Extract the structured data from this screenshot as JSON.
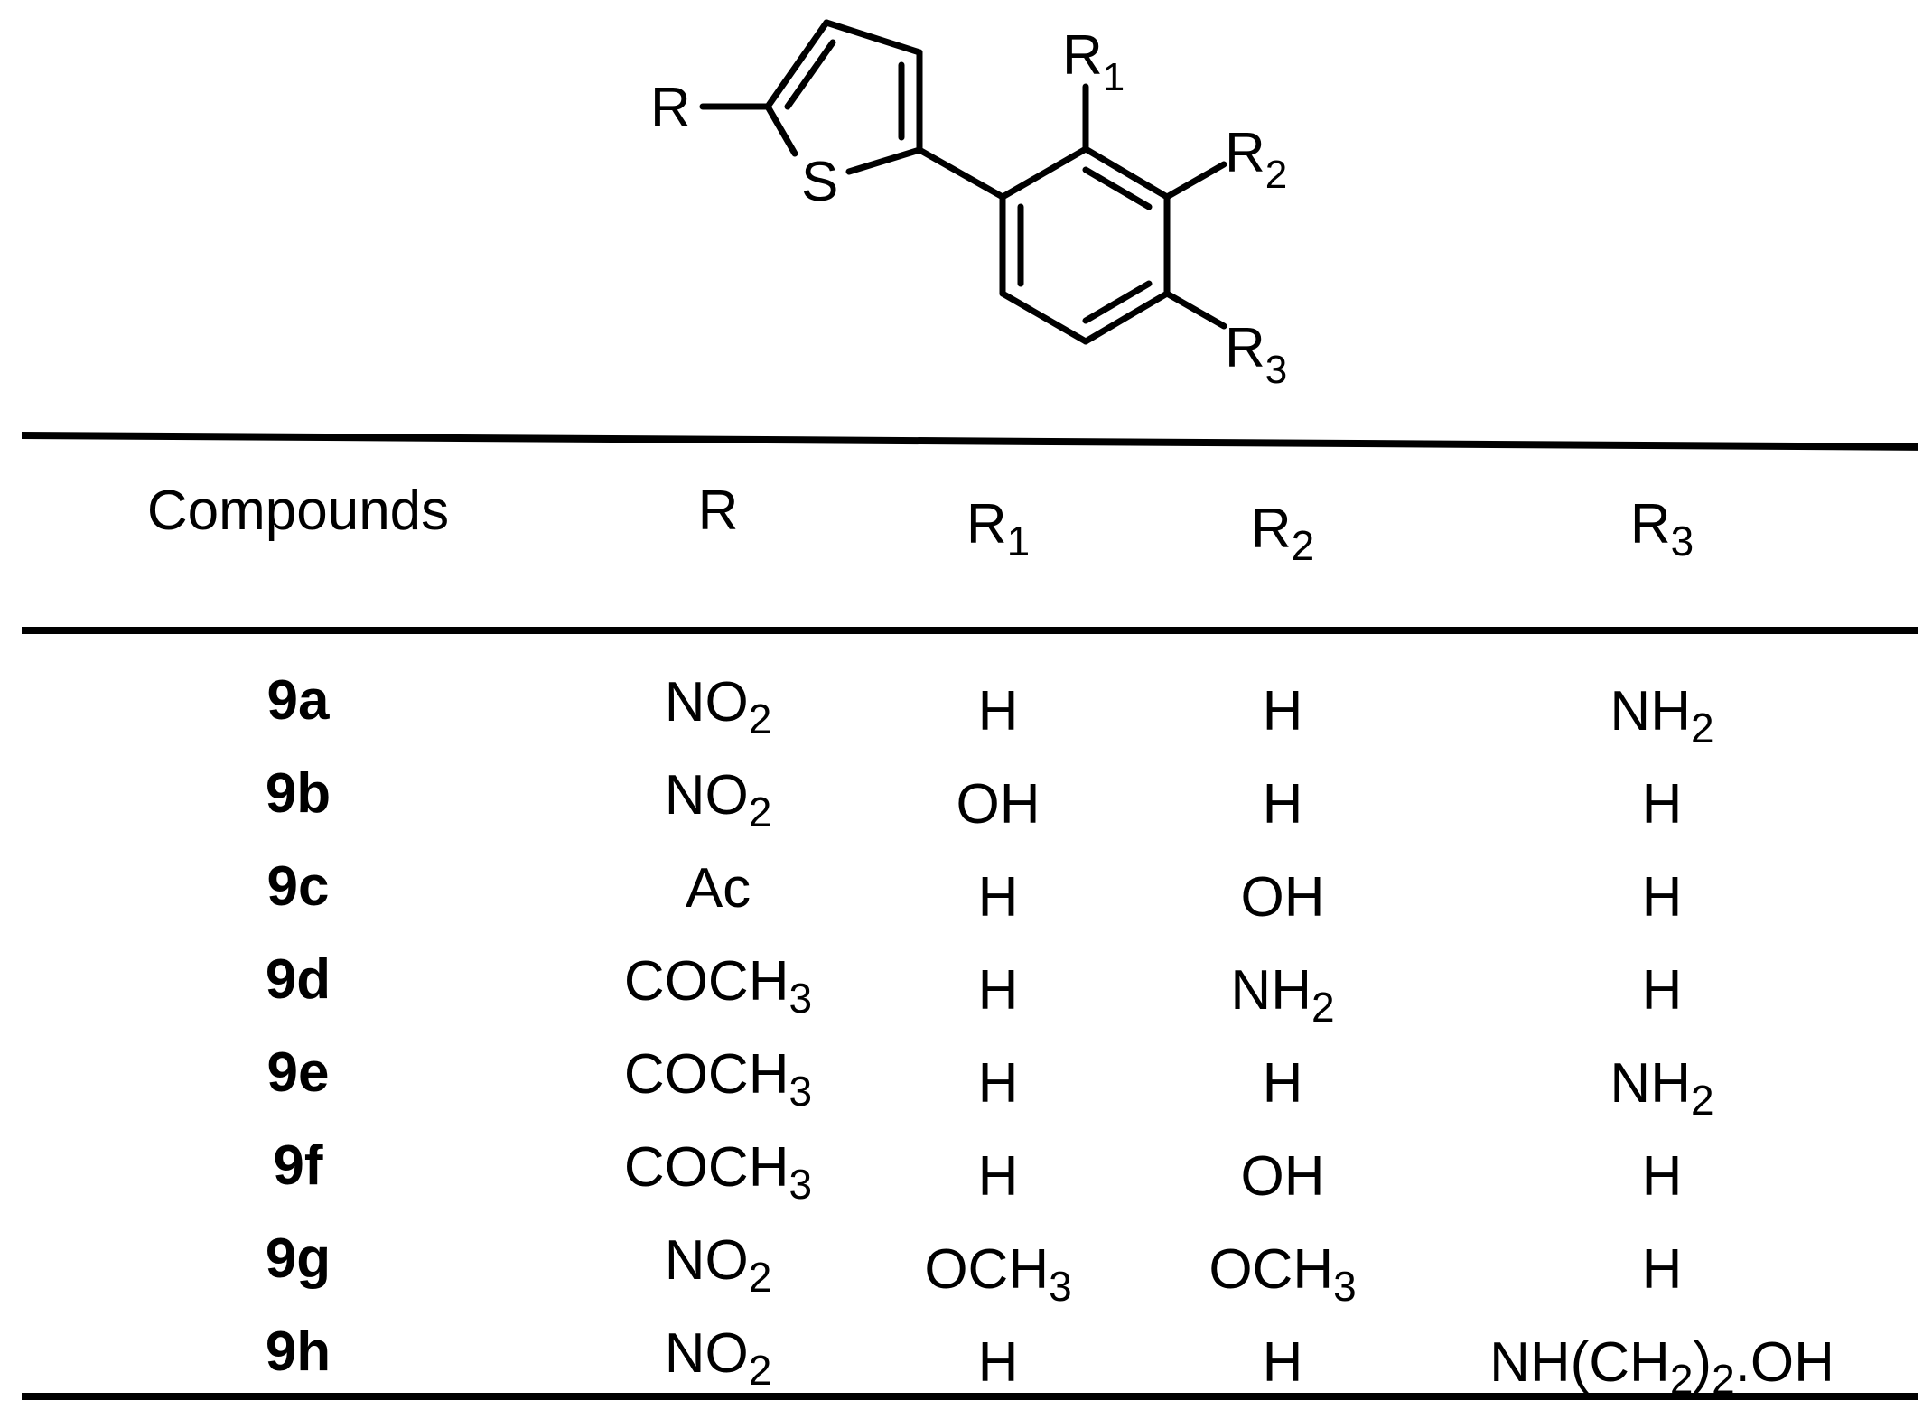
{
  "structure": {
    "labels": {
      "R": "R",
      "S": "S",
      "R1": "R",
      "R1_sub": "1",
      "R2": "R",
      "R2_sub": "2",
      "R3": "R",
      "R3_sub": "3"
    }
  },
  "table": {
    "headers": [
      {
        "text": "Compounds",
        "sub": ""
      },
      {
        "text": "R",
        "sub": ""
      },
      {
        "text": "R",
        "sub": "1"
      },
      {
        "text": "R",
        "sub": "2"
      },
      {
        "text": "R",
        "sub": "3"
      }
    ],
    "rows": [
      {
        "compound": "9a",
        "r": {
          "text": "NO",
          "sub": "2"
        },
        "r1": {
          "text": "H",
          "sub": ""
        },
        "r2": {
          "text": "H",
          "sub": ""
        },
        "r3": {
          "text": "NH",
          "sub": "2",
          "tail": ""
        }
      },
      {
        "compound": "9b",
        "r": {
          "text": "NO",
          "sub": "2"
        },
        "r1": {
          "text": "OH",
          "sub": ""
        },
        "r2": {
          "text": "H",
          "sub": ""
        },
        "r3": {
          "text": "H",
          "sub": "",
          "tail": ""
        }
      },
      {
        "compound": "9c",
        "r": {
          "text": "Ac",
          "sub": ""
        },
        "r1": {
          "text": "H",
          "sub": ""
        },
        "r2": {
          "text": "OH",
          "sub": ""
        },
        "r3": {
          "text": "H",
          "sub": "",
          "tail": ""
        }
      },
      {
        "compound": "9d",
        "r": {
          "text": "COCH",
          "sub": "3"
        },
        "r1": {
          "text": "H",
          "sub": ""
        },
        "r2": {
          "text": "NH",
          "sub": "2"
        },
        "r3": {
          "text": "H",
          "sub": "",
          "tail": ""
        }
      },
      {
        "compound": "9e",
        "r": {
          "text": "COCH",
          "sub": "3"
        },
        "r1": {
          "text": "H",
          "sub": ""
        },
        "r2": {
          "text": "H",
          "sub": ""
        },
        "r3": {
          "text": "NH",
          "sub": "2",
          "tail": ""
        }
      },
      {
        "compound": "9f",
        "r": {
          "text": "COCH",
          "sub": "3"
        },
        "r1": {
          "text": "H",
          "sub": ""
        },
        "r2": {
          "text": "OH",
          "sub": ""
        },
        "r3": {
          "text": "H",
          "sub": "",
          "tail": ""
        }
      },
      {
        "compound": "9g",
        "r": {
          "text": "NO",
          "sub": "2"
        },
        "r1": {
          "text": "OCH",
          "sub": "3"
        },
        "r2": {
          "text": "OCH",
          "sub": "3"
        },
        "r3": {
          "text": "H",
          "sub": "",
          "tail": ""
        }
      },
      {
        "compound": "9h",
        "r": {
          "text": "NO",
          "sub": "2"
        },
        "r1": {
          "text": "H",
          "sub": ""
        },
        "r2": {
          "text": "H",
          "sub": ""
        },
        "r3": {
          "text": "NH(CH",
          "sub": "2",
          "tail": ")",
          "sub2": "2",
          "tail2": ".OH"
        }
      }
    ]
  }
}
